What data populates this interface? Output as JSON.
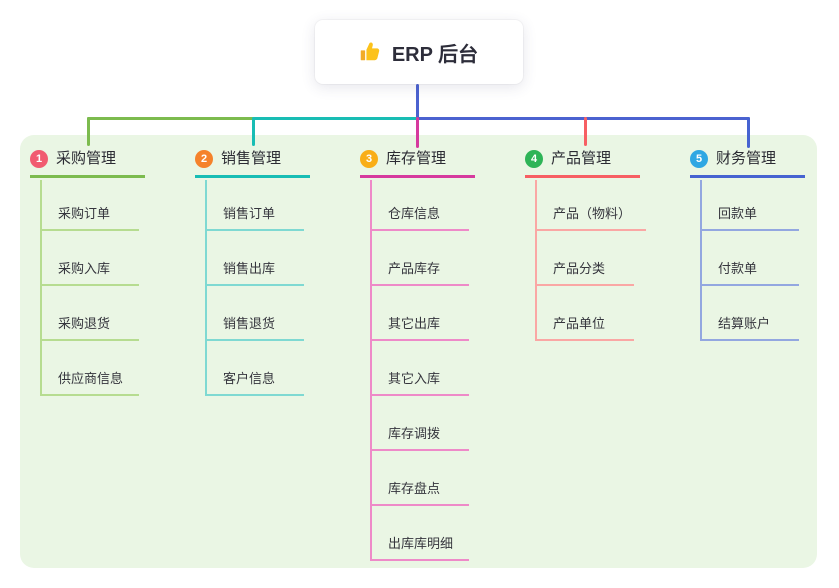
{
  "root": {
    "title": "ERP 后台",
    "icon": "thumbs-up-icon"
  },
  "colors": {
    "root_connector": "#4b62d0",
    "panel_background": "#eaf6e4",
    "text_dark": "#2d2d3a"
  },
  "branches": [
    {
      "number": "1",
      "title": "采购管理",
      "line_color": "#7cbb4e",
      "child_line_color": "#b6dc90",
      "badge_color": "#f15b70",
      "children": [
        "采购订单",
        "采购入库",
        "采购退货",
        "供应商信息"
      ]
    },
    {
      "number": "2",
      "title": "销售管理",
      "line_color": "#18bdb4",
      "child_line_color": "#7fd9d2",
      "badge_color": "#f5822b",
      "children": [
        "销售订单",
        "销售出库",
        "销售退货",
        "客户信息"
      ]
    },
    {
      "number": "3",
      "title": "库存管理",
      "line_color": "#d63a9e",
      "child_line_color": "#ee8ac8",
      "badge_color": "#f9ae17",
      "children": [
        "仓库信息",
        "产品库存",
        "其它出库",
        "其它入库",
        "库存调拨",
        "库存盘点",
        "出库库明细"
      ]
    },
    {
      "number": "4",
      "title": "产品管理",
      "line_color": "#f75f63",
      "child_line_color": "#faa7a4",
      "badge_color": "#2eb457",
      "children": [
        "产品（物料）",
        "产品分类",
        "产品单位"
      ]
    },
    {
      "number": "5",
      "title": "财务管理",
      "line_color": "#4663d1",
      "child_line_color": "#93a7e0",
      "badge_color": "#2fa7e3",
      "children": [
        "回款单",
        "付款单",
        "结算账户"
      ]
    }
  ]
}
